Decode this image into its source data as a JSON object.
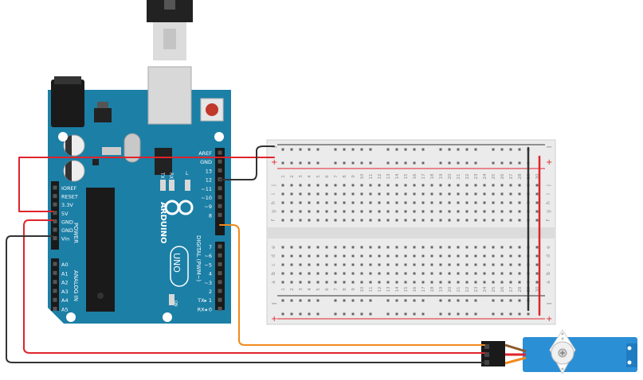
{
  "arduino": {
    "brand": "ARDUINO",
    "model": "UNO",
    "header_top": [
      "AREF",
      "GND",
      "13",
      "12",
      "~11",
      "~10",
      "~9",
      "8"
    ],
    "header_bottom": [
      "7",
      "~6",
      "~5",
      "4",
      "~3",
      "2",
      "TX▸ 1",
      "RX◂ 0"
    ],
    "digital_label": "DIGITAL (PWM~)",
    "power_pins": [
      "IOREF",
      "RESET",
      "3.3V",
      "5V",
      "GND",
      "GND",
      "Vin"
    ],
    "power_label": "POWER",
    "analog_pins": [
      "A0",
      "A1",
      "A2",
      "A3",
      "A4",
      "A5"
    ],
    "analog_label": "ANALOG IN",
    "led_tx": "TX",
    "led_rx": "RX",
    "led_l": "L",
    "led_on": "ON"
  },
  "breadboard": {
    "columns": [
      "1",
      "2",
      "3",
      "4",
      "5",
      "6",
      "7",
      "8",
      "9",
      "10",
      "11",
      "12",
      "13",
      "14",
      "15",
      "16",
      "17",
      "18",
      "19",
      "20",
      "21",
      "22",
      "23",
      "24",
      "25",
      "26",
      "27",
      "28",
      "29",
      "30"
    ],
    "rows_top": [
      "j",
      "i",
      "h",
      "g",
      "f"
    ],
    "rows_bottom": [
      "e",
      "d",
      "c",
      "b",
      "a"
    ],
    "rail_minus": "−",
    "rail_plus": "+"
  },
  "colors": {
    "board": "#1c7fa6",
    "wire_red": "#e0232b",
    "wire_black": "#333333",
    "wire_orange": "#f18a1c",
    "servo": "#2b8fd6"
  }
}
